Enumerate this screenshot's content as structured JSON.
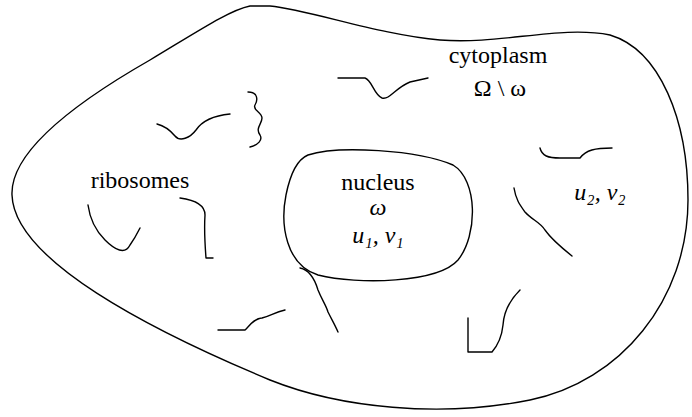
{
  "diagram": {
    "nodes": [
      {
        "text": [
          "cytoplasm",
          "Ω \\ ω",
          "ribosomes",
          "u₂, v₂"
        ]
      },
      {
        "text": [
          "nucleus",
          "ω",
          "u₁, v₁"
        ],
        "in": 0
      }
    ],
    "edges": []
  }
}
